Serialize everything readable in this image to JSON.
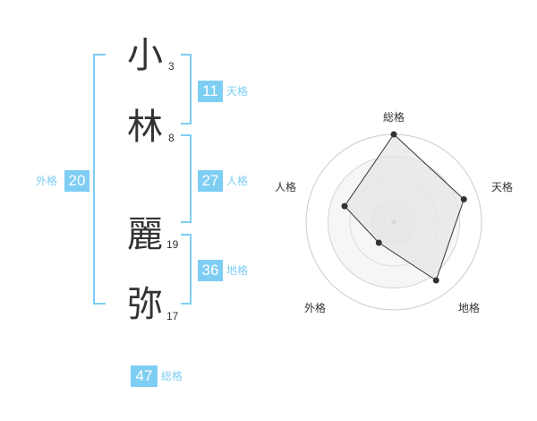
{
  "name": {
    "characters": [
      {
        "char": "小",
        "strokes": "3"
      },
      {
        "char": "林",
        "strokes": "8"
      },
      {
        "char": "麗",
        "strokes": "19"
      },
      {
        "char": "弥",
        "strokes": "17"
      }
    ]
  },
  "fortunes": {
    "tenkaku": {
      "label": "天格",
      "value": "11"
    },
    "jinkaku": {
      "label": "人格",
      "value": "27"
    },
    "chikaku": {
      "label": "地格",
      "value": "36"
    },
    "gaikaku": {
      "label": "外格",
      "value": "20"
    },
    "soukaku": {
      "label": "総格",
      "value": "47"
    }
  },
  "radar": {
    "axes": [
      "総格",
      "天格",
      "地格",
      "外格",
      "人格"
    ],
    "values": [
      1.0,
      0.84,
      0.82,
      0.29,
      0.59
    ],
    "max": 1.0
  },
  "colors": {
    "accent": "#7ecef4",
    "text": "#333333",
    "radar_fill": "#eeeeee",
    "radar_ring": "#cccccc"
  }
}
